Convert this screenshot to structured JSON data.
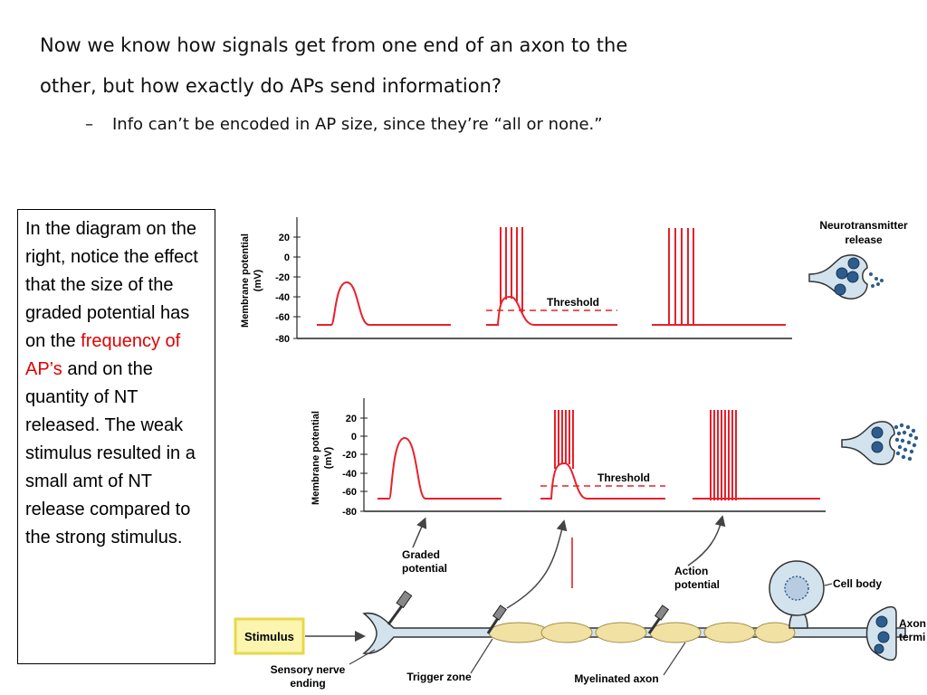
{
  "heading": {
    "line1": "Now we know how signals get from one end of an axon to the",
    "line2": "other, but how exactly do APs send information?"
  },
  "bullet": {
    "dash": "–",
    "text": "Info can’t be encoded in AP size, since they’re “all or none.”"
  },
  "callout": {
    "before": "In the diagram on the right, notice the effect that the size of the graded potential has on the",
    "highlight": "frequency of AP’s",
    "after": "and on the quantity of NT released.  The weak stimulus resulted in a small amt of NT release compared to the strong stimulus."
  },
  "figure": {
    "ylabel_line1": "Membrane potential",
    "ylabel_line2": "(mV)",
    "yticks": [
      "20",
      "0",
      "-20",
      "-40",
      "-60",
      "-80"
    ],
    "threshold_label": "Threshold",
    "nt_release_label_line1": "Neurotransmitter",
    "nt_release_label_line2": "release",
    "graded_label_line1": "Graded",
    "graded_label_line2": "potential",
    "action_label_line1": "Action",
    "action_label_line2": "potential",
    "cell_body_label": "Cell body",
    "axon_label_line1": "Axon",
    "axon_label_line2": "termi",
    "stimulus_label": "Stimulus",
    "sensory_label_line1": "Sensory nerve",
    "sensory_label_line2": "ending",
    "trigger_label": "Trigger zone",
    "myelinated_label": "Myelinated axon"
  },
  "colors": {
    "trace": "#e8202a",
    "neuron_fill": "#d3e3ee",
    "vesicle": "#2d5d8c",
    "myelin": "#f1e2a4",
    "stimulus_box": "#fbf5b0"
  }
}
